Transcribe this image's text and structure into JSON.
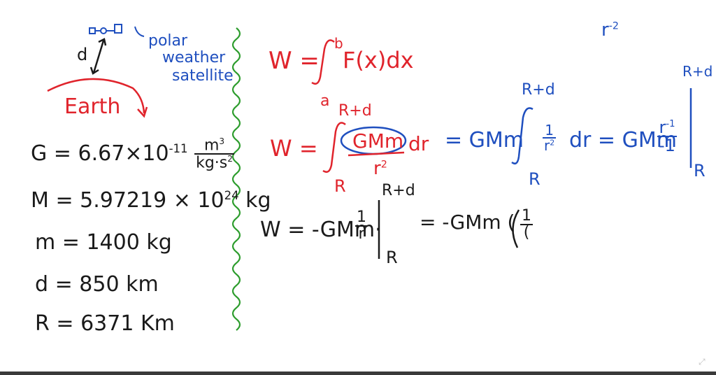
{
  "left": {
    "d_label": "d",
    "satellite_label": [
      "polar",
      "weather",
      "satellite"
    ],
    "earth_label": "Earth",
    "givens": [
      {
        "var": "G",
        "value": "6.67×10",
        "exp": "-11",
        "unit_num": "m",
        "unit_num_exp": "3",
        "unit_den": "kg·s",
        "unit_den_exp": "2"
      },
      {
        "var": "M",
        "value": "5.97219 × 10",
        "exp": "24",
        "unit": "kg"
      },
      {
        "var": "m",
        "value": "1400",
        "unit": "kg"
      },
      {
        "var": "d",
        "value": "850",
        "unit": "km"
      },
      {
        "var": "R",
        "value": "6371",
        "unit": "Km"
      }
    ]
  },
  "right": {
    "r_power": "r",
    "r_power_exp": "-2",
    "work_def": {
      "lhs": "W =",
      "lower": "a",
      "upper": "b",
      "integrand": "F(x)dx"
    },
    "line2": {
      "lhs": "W =",
      "upper": "R+d",
      "lower": "R",
      "num": "GMm",
      "den": "r",
      "den_exp": "2",
      "dr": "dr",
      "eq1": "= GMm",
      "upper2": "R+d",
      "lower2": "R",
      "frac2_num": "1",
      "frac2_den": "r",
      "frac2_den_exp": "2",
      "dr2": "dr = GMm",
      "frac3_num": "r",
      "frac3_num_exp": "-1",
      "frac3_den": "-1",
      "eval_upper": "R+d",
      "eval_lower": "R"
    },
    "line3": {
      "lhs": "W = -GMm·",
      "frac_num": "1",
      "frac_den": "r",
      "eval_upper": "R+d",
      "eval_lower": "R",
      "rhs": "= -GMm (",
      "frac2_num": "1",
      "frac2_den": "("
    }
  }
}
